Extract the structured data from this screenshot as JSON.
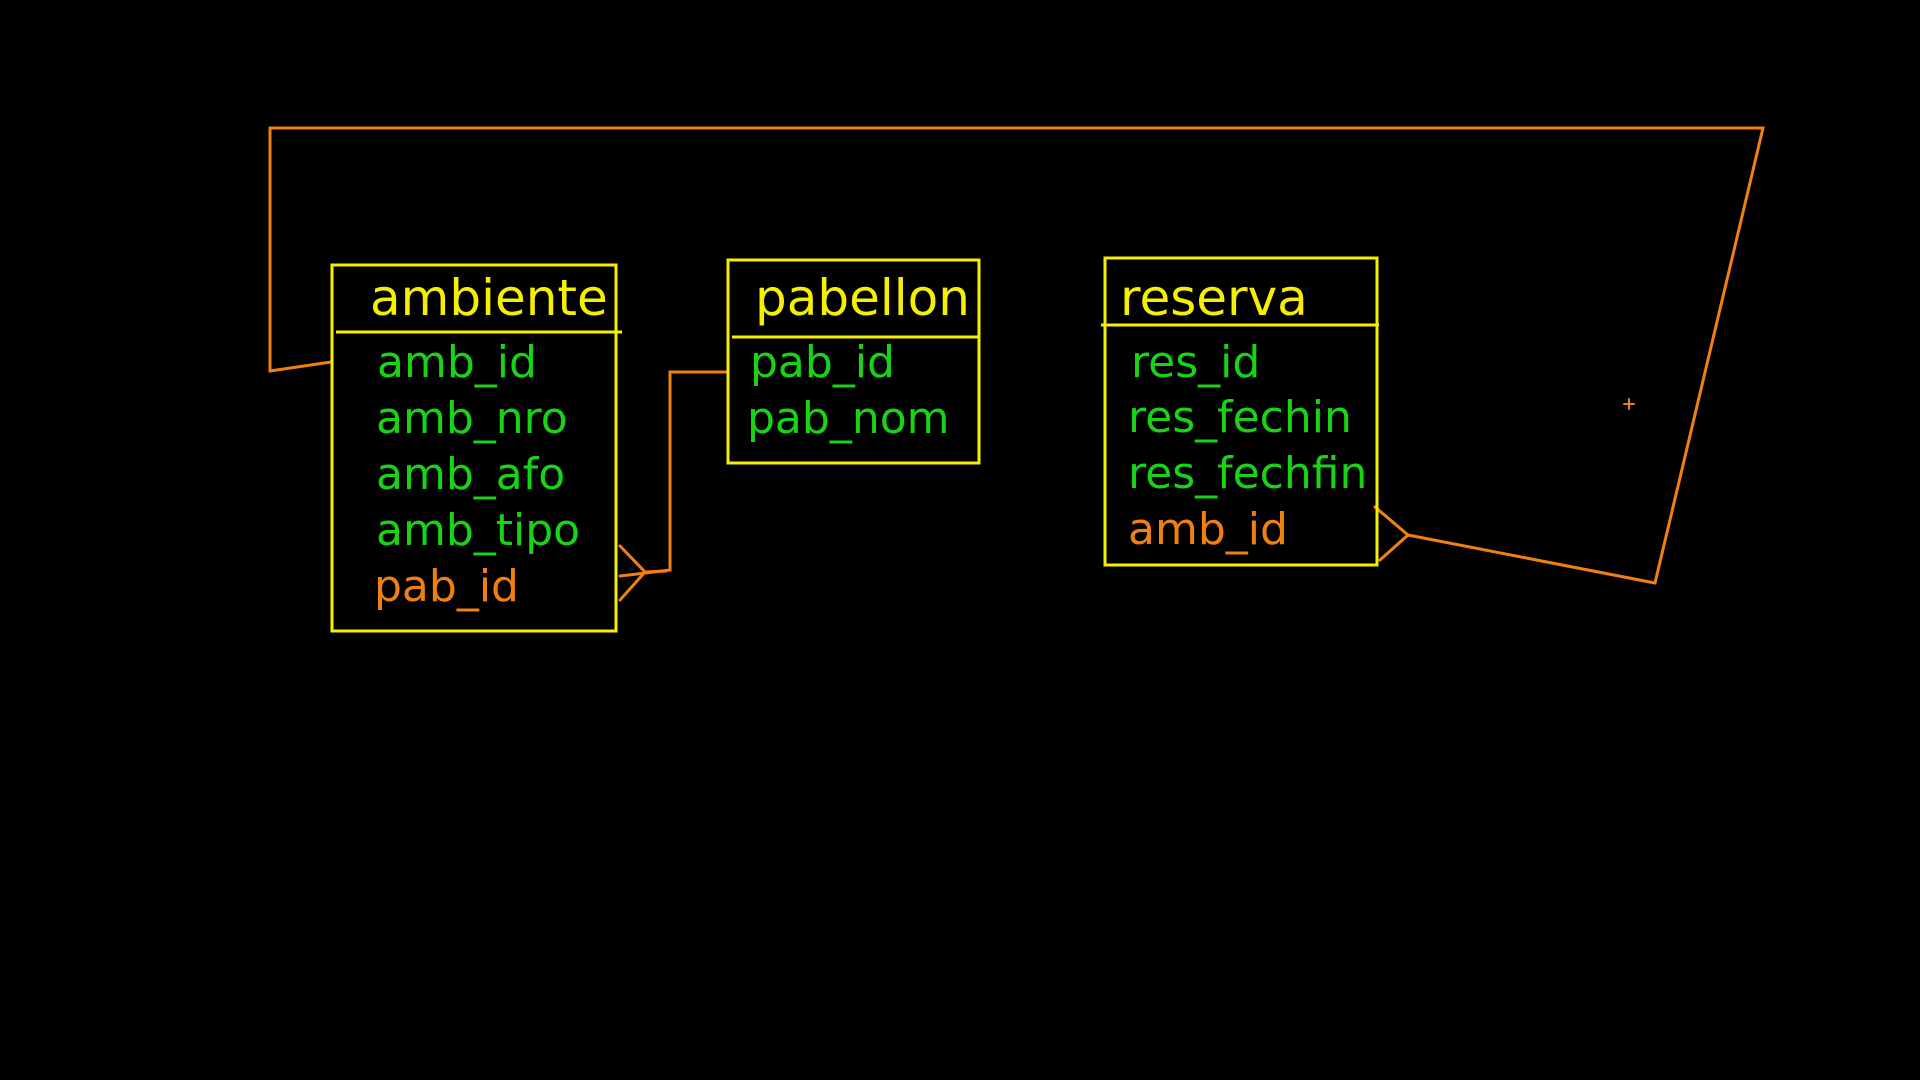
{
  "colors": {
    "background": "#000000",
    "entity_border": "#f5f000",
    "entity_title": "#f5f000",
    "field": "#17d417",
    "foreign_key": "#f08010",
    "relationship": "#f08010"
  },
  "entities": {
    "ambiente": {
      "title": "ambiente",
      "fields": [
        {
          "name": "amb_id",
          "role": "field"
        },
        {
          "name": "amb_nro",
          "role": "field"
        },
        {
          "name": "amb_afo",
          "role": "field"
        },
        {
          "name": "amb_tipo",
          "role": "field"
        },
        {
          "name": "pab_id",
          "role": "foreign_key"
        }
      ]
    },
    "pabellon": {
      "title": "pabellon",
      "fields": [
        {
          "name": "pab_id",
          "role": "field"
        },
        {
          "name": "pab_nom",
          "role": "field"
        }
      ]
    },
    "reserva": {
      "title": "reserva",
      "fields": [
        {
          "name": "res_id",
          "role": "field"
        },
        {
          "name": "res_fechin",
          "role": "field"
        },
        {
          "name": "res_fechfin",
          "role": "field"
        },
        {
          "name": "amb_id",
          "role": "foreign_key"
        }
      ]
    }
  },
  "relationships": [
    {
      "from": "ambiente.pab_id",
      "to": "pabellon.pab_id",
      "from_end": "crow-foot",
      "to_end": "one"
    },
    {
      "from": "reserva.amb_id",
      "to": "ambiente.amb_id",
      "from_end": "crow-foot",
      "to_end": "one"
    }
  ]
}
